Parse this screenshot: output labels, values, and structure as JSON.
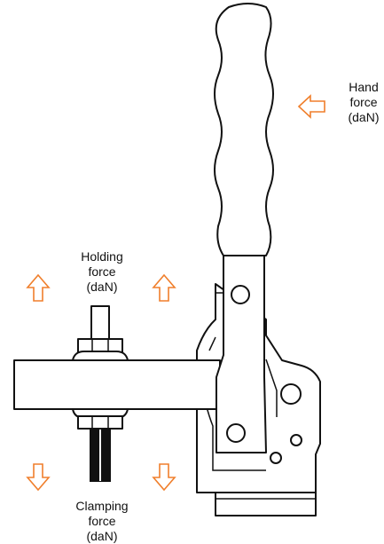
{
  "labels": {
    "hand_force": [
      "Hand",
      "force",
      "(daN)"
    ],
    "holding_force": [
      "Holding",
      "force",
      "(daN)"
    ],
    "clamping_force": [
      "Clamping",
      "force",
      "(daN)"
    ]
  },
  "colors": {
    "arrow": "#f07f2c",
    "ink": "#111111",
    "background": "#ffffff"
  }
}
